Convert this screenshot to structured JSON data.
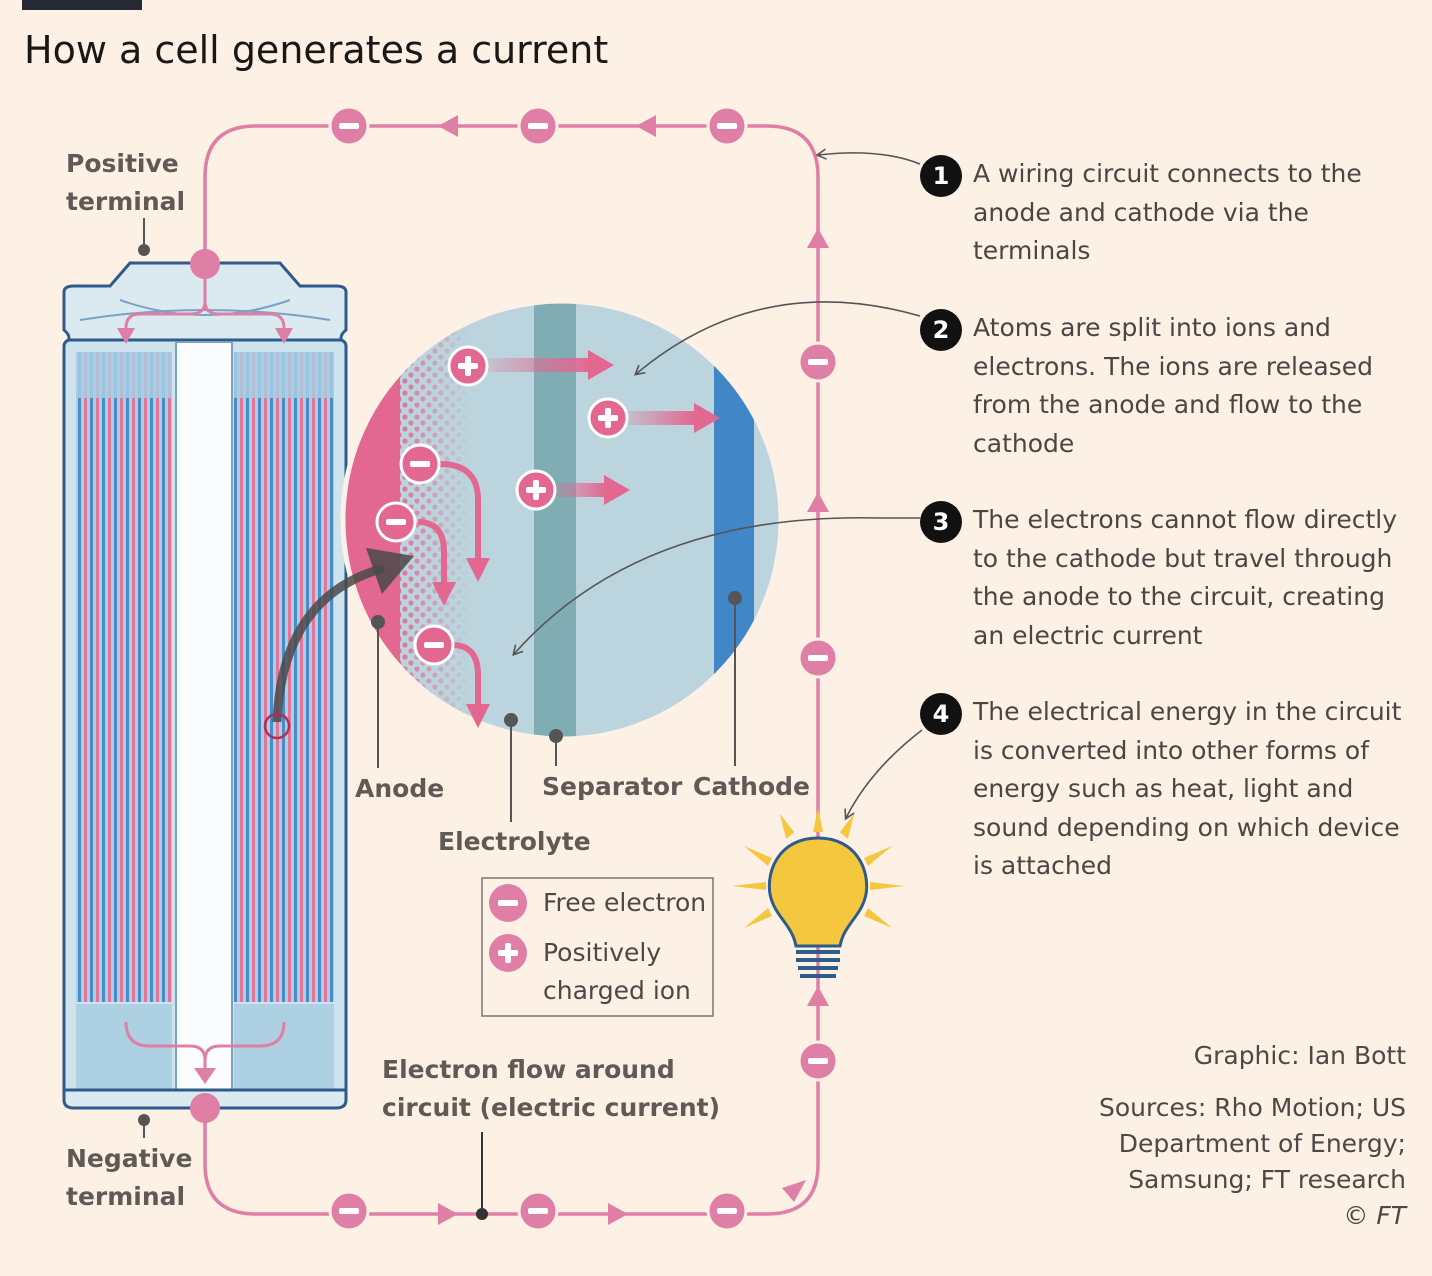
{
  "title": "How a cell generates a current",
  "labels": {
    "positive_terminal": [
      "Positive",
      "terminal"
    ],
    "negative_terminal": [
      "Negative",
      "terminal"
    ],
    "anode": "Anode",
    "separator": "Separator",
    "cathode": "Cathode",
    "electrolyte": "Electrolyte",
    "electron_flow": [
      "Electron flow around",
      "circuit (electric current)"
    ]
  },
  "legend": {
    "free_electron": "Free electron",
    "positive_ion": [
      "Positively",
      "charged ion"
    ]
  },
  "callouts": [
    {
      "number": "1",
      "text": "A wiring circuit connects to the anode and cathode via the terminals"
    },
    {
      "number": "2",
      "text": "Atoms are split into ions and electrons. The ions are released from the anode and flow to the cathode"
    },
    {
      "number": "3",
      "text": "The electrons cannot flow directly to the cathode but travel through the anode to the circuit, creating an electric current"
    },
    {
      "number": "4",
      "text": "The electrical energy in the circuit is converted into other forms of energy such as heat, light and sound depending on which device is attached"
    }
  ],
  "credit": {
    "graphic": "Graphic: Ian Bott",
    "sources": [
      "Sources: Rho Motion; US",
      "Department of Energy;",
      "Samsung; FT research"
    ],
    "copyright": "© FT"
  },
  "colors": {
    "background": "#fdf1e6",
    "circuit_pink": "#e07fa6",
    "anode_pink": "#e26791",
    "cathode_blue": "#4187c8",
    "separator_teal": "#80adb4",
    "electrolyte": "#bcd4dd",
    "cell_outline": "#2e5c8a",
    "bulb_yellow": "#f4c73e",
    "badge": "#111111"
  }
}
